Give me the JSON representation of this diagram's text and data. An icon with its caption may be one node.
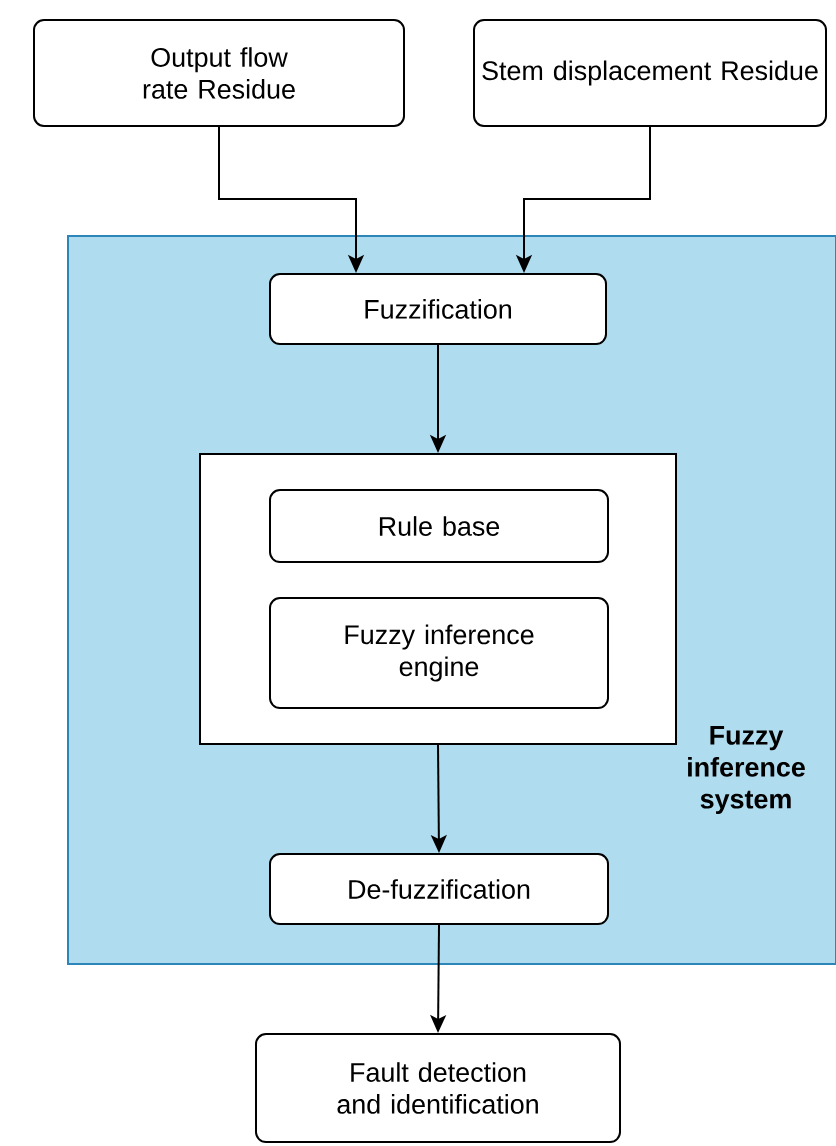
{
  "diagram": {
    "nodes": [
      {
        "text": [
          "Output flow rate Residue"
        ]
      },
      {
        "text": [
          "Stem displacement Residue"
        ]
      },
      {
        "text": [
          "Fuzzy inference system"
        ]
      },
      {
        "text": [
          "Fuzzification"
        ],
        "in": 2
      },
      {
        "text": [],
        "shape": "box",
        "in": 2
      },
      {
        "text": [
          "Rule base"
        ],
        "in": 4
      },
      {
        "text": [
          "Fuzzy inference engine"
        ],
        "in": 4
      },
      {
        "text": [
          "De-fuzzification"
        ],
        "in": 2
      },
      {
        "text": [
          "Fault detection and identification"
        ]
      }
    ],
    "edges": [
      {
        "from": 0,
        "to": 3,
        "arrow": "to"
      },
      {
        "from": 1,
        "to": 3,
        "arrow": "to"
      },
      {
        "from": 3,
        "to": 4,
        "arrow": "to"
      },
      {
        "from": 4,
        "to": 7,
        "arrow": "to"
      },
      {
        "from": 7,
        "to": 8,
        "arrow": "to"
      }
    ]
  }
}
